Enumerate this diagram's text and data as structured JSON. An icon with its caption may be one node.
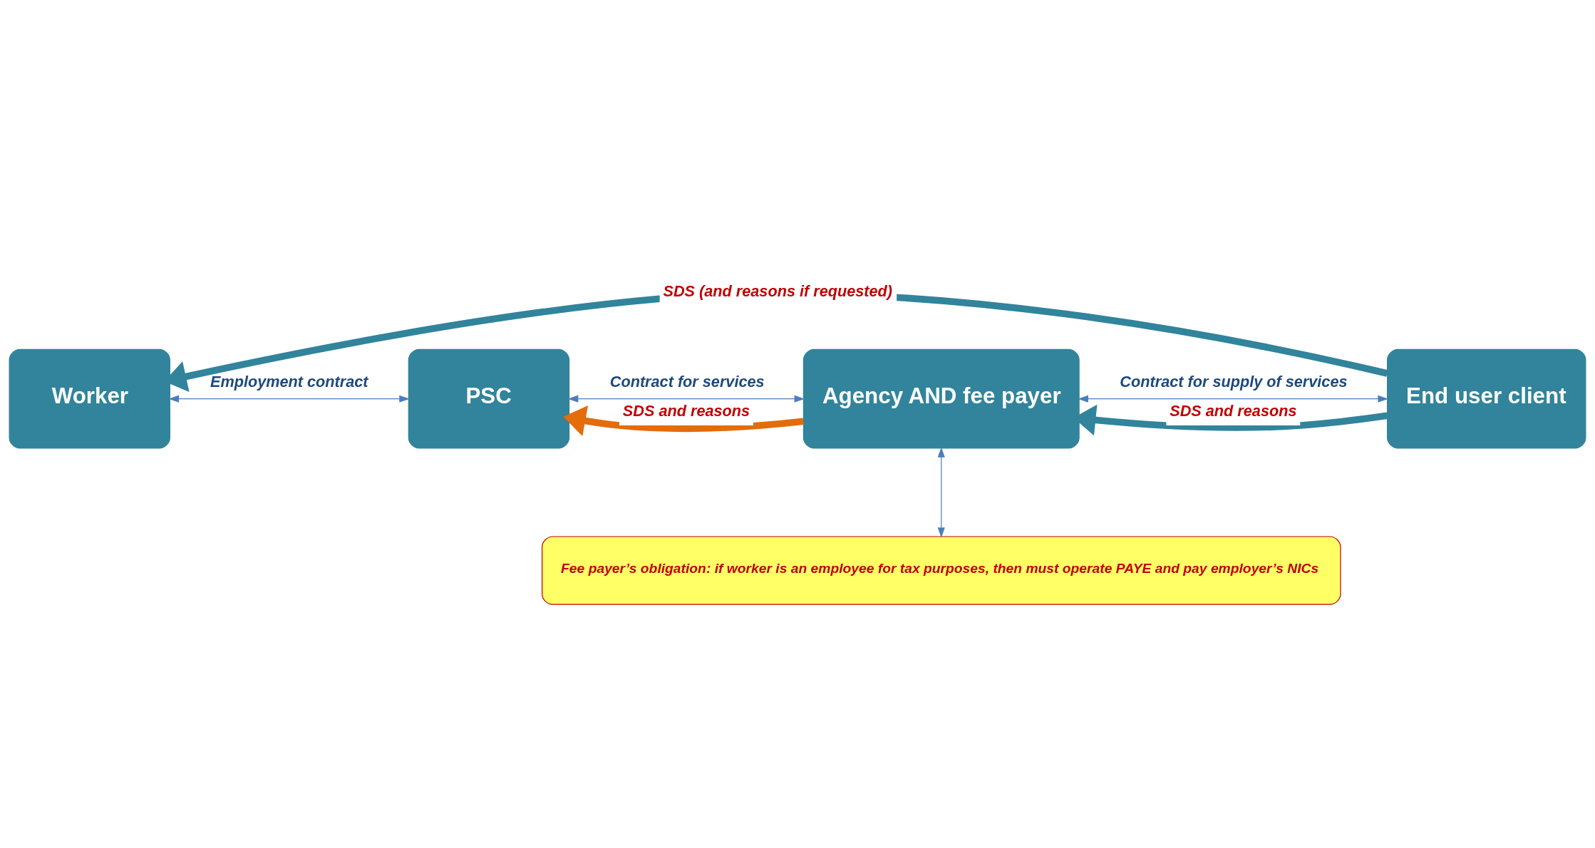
{
  "diagram": {
    "nodes": [
      {
        "text": [
          "Worker"
        ]
      },
      {
        "text": [
          "PSC"
        ]
      },
      {
        "text": [
          "Agency AND fee payer"
        ]
      },
      {
        "text": [
          "End user client"
        ]
      },
      {
        "text": [
          "Fee payer’s obligation: if worker is an employee for tax purposes, then must operate PAYE and pay employer’s NICs"
        ]
      }
    ],
    "edges": [
      {
        "from": 3,
        "to": 0,
        "arrow": "to",
        "label": "SDS (and reasons if requested)",
        "style": "thick",
        "color": "#31849b"
      },
      {
        "from": 2,
        "to": 1,
        "arrow": "to",
        "label": "SDS and reasons",
        "style": "thick",
        "color": "#e46c0a"
      },
      {
        "from": 3,
        "to": 2,
        "arrow": "to",
        "label": "SDS and reasons",
        "style": "thick",
        "color": "#31849b"
      },
      {
        "from": 0,
        "to": 1,
        "arrow": "both",
        "label": "Employment contract"
      },
      {
        "from": 1,
        "to": 2,
        "arrow": "both",
        "label": "Contract for services"
      },
      {
        "from": 2,
        "to": 3,
        "arrow": "both",
        "label": "Contract for supply of services"
      },
      {
        "from": 2,
        "to": 4,
        "arrow": "both"
      }
    ]
  }
}
